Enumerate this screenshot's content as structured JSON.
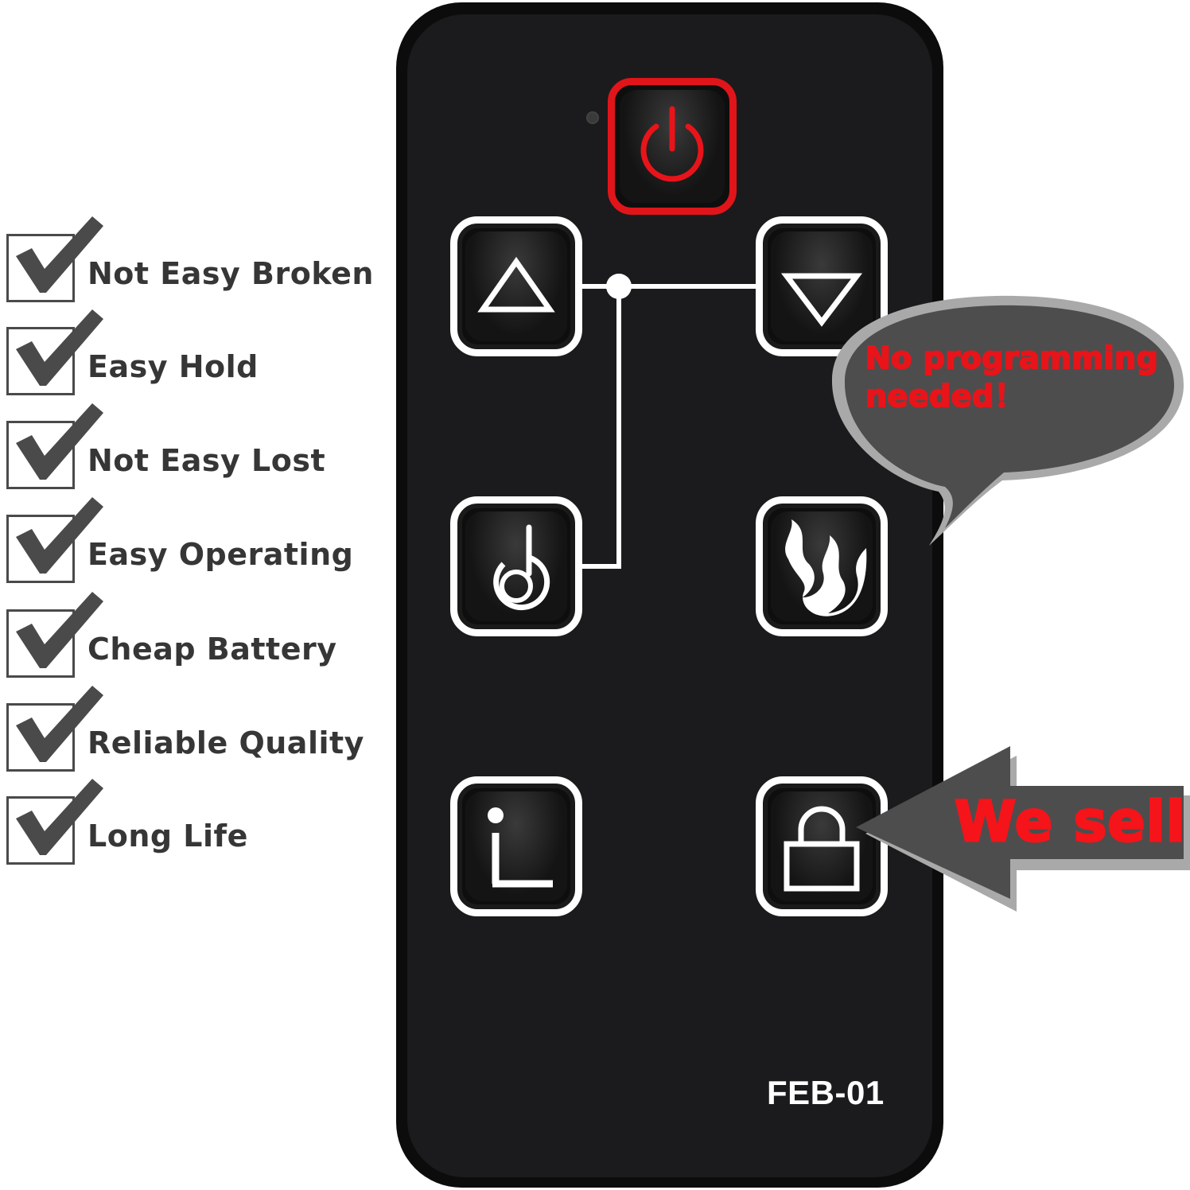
{
  "features": [
    {
      "label": "Not Easy Broken"
    },
    {
      "label": "Easy Hold"
    },
    {
      "label": "Not Easy Lost"
    },
    {
      "label": "Easy Operating"
    },
    {
      "label": "Cheap Battery"
    },
    {
      "label": "Reliable Quality"
    },
    {
      "label": "Long Life"
    }
  ],
  "remote": {
    "model": "FEB-01",
    "buttons": [
      {
        "icon": "power-icon"
      },
      {
        "icon": "triangle-up-icon"
      },
      {
        "icon": "triangle-down-icon"
      },
      {
        "icon": "thermometer-icon"
      },
      {
        "icon": "flame-icon"
      },
      {
        "icon": "info-timer-icon"
      },
      {
        "icon": "lock-icon"
      }
    ]
  },
  "callouts": {
    "bubble": "No programming needed！",
    "arrow": "We sell"
  },
  "colors": {
    "accent_red": "#e8141a",
    "remote_body": "#1b1b1d",
    "check_gray": "#4a4a4a",
    "callout_gray": "#4d4d4d"
  }
}
